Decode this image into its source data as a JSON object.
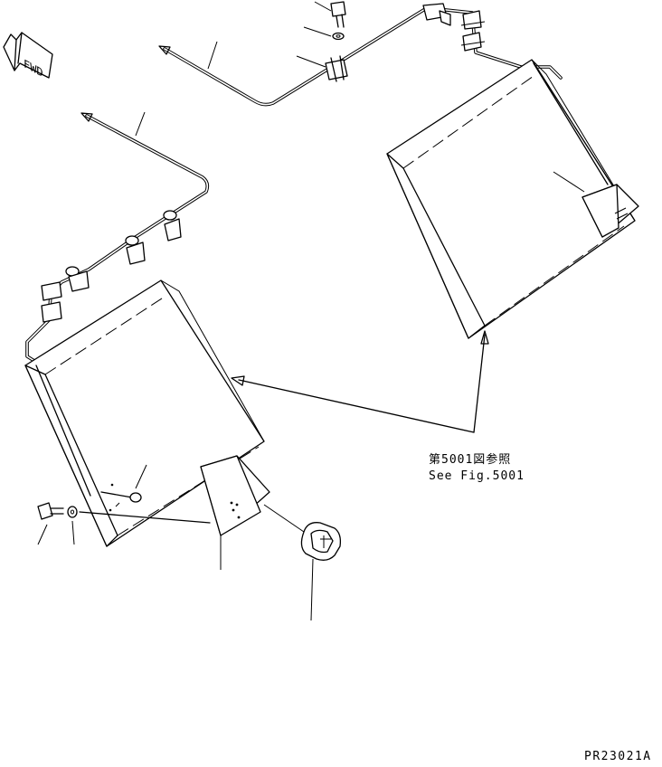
{
  "reference": {
    "line_jp": "第5001図参照",
    "line_en": "See Fig.5001"
  },
  "fwd_marker": {
    "text": "FWD",
    "icon": "arrow-left-icon"
  },
  "drawing_code": "PR23021A",
  "colors": {
    "ink": "#000000",
    "paper": "#ffffff"
  }
}
